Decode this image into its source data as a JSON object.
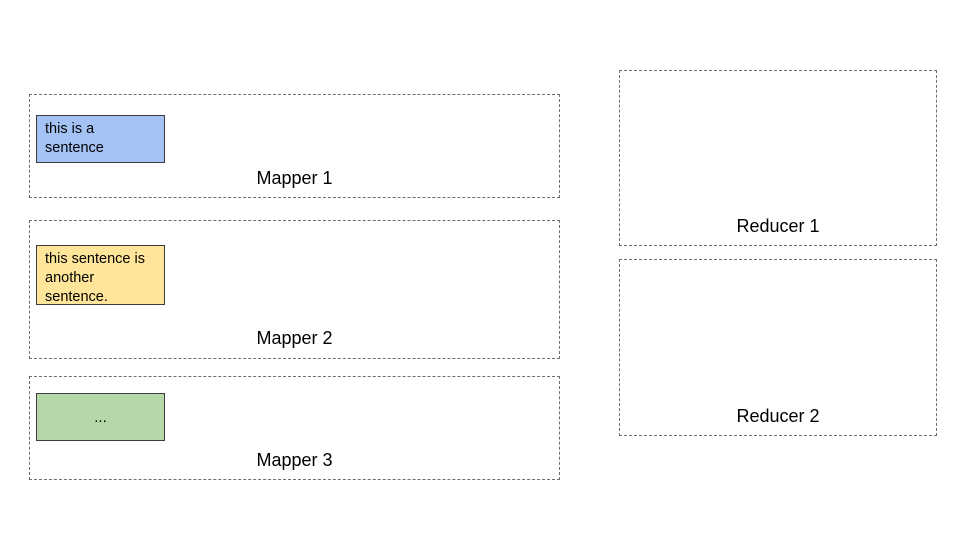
{
  "mappers": [
    {
      "label": "Mapper 1",
      "input": {
        "text": "this is a sentence",
        "color": "#a4c2f4"
      }
    },
    {
      "label": "Mapper 2",
      "input": {
        "text": "this sentence is another sentence.",
        "color": "#ffe599"
      }
    },
    {
      "label": "Mapper 3",
      "input": {
        "text": "...",
        "color": "#b6d7a8"
      }
    }
  ],
  "reducers": [
    {
      "label": "Reducer 1"
    },
    {
      "label": "Reducer 2"
    }
  ],
  "colors": {
    "dashed_border": "#6e6e6e",
    "chunk_border": "#3c3c3c"
  }
}
